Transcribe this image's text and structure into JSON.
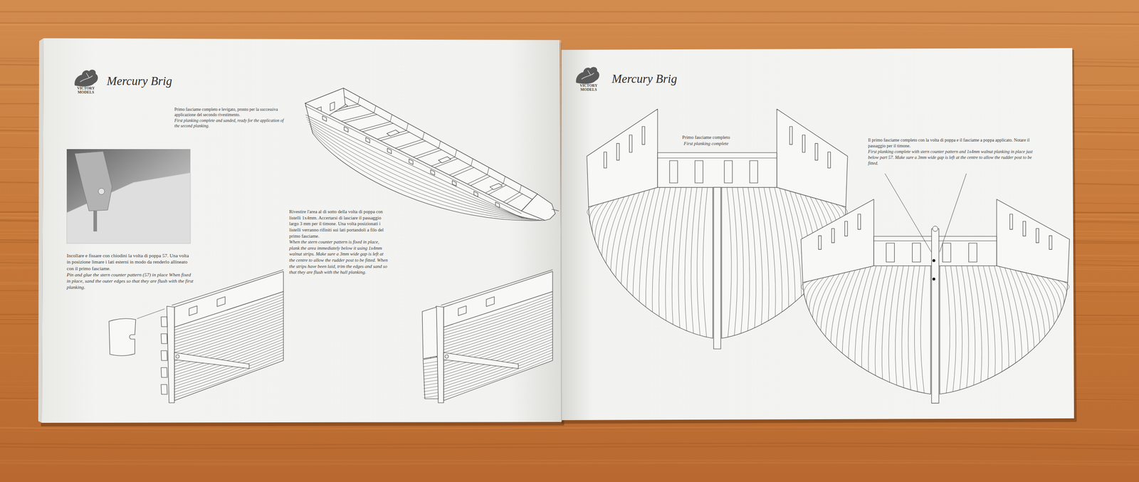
{
  "diagram": {
    "labels": [
      "VICTORY MODELS",
      "Mercury Brig",
      "Primo fasciame completo e levigato, pronto per la successiva applicazione del secondo rivestimento.",
      "First planking complete and sanded, ready for the application of the second planking.",
      "Incollare e fissare con chiodini la volta di poppa 57. Una volta in posizione limare i lati esterni in modo da renderlo allineato con il primo fasciame.",
      "Pin and glue the stern counter pattern (57) in place When fixed in place, sand the outer edges so that they are flush with the first planking.",
      "Rivestire l'area al di sotto della volta di poppa con listelli 1x4mm. Accertarsi di lasciare il passaggio largo 3 mm per il timone. Una volta posizionati i listelli verranno rifiniti sui lati portandoli a filo del primo fasciame.",
      "When the stern counter pattern is fixed in place, plank the area immediately below it using 1x4mm walnut strips. Make sure a 3mm wide gap is left at the centre to allow the rudder post to be fitted. When the strips have been laid, trim the edges and sand so that they are flush with the hull planking.",
      "VICTORY MODELS",
      "Mercury Brig",
      "Primo fasciame completo",
      "First planking complete",
      "Il primo fasciame completo con la volta di poppa e il fasciame a poppa applicato. Notare il passaggio per il timone.",
      "First planking complete with stern counter pattern and 1x4mm walnut planking in place just below part 57. Make sure a 3mm wide gap is left at the centre to allow the rudder post to be fitted."
    ]
  }
}
